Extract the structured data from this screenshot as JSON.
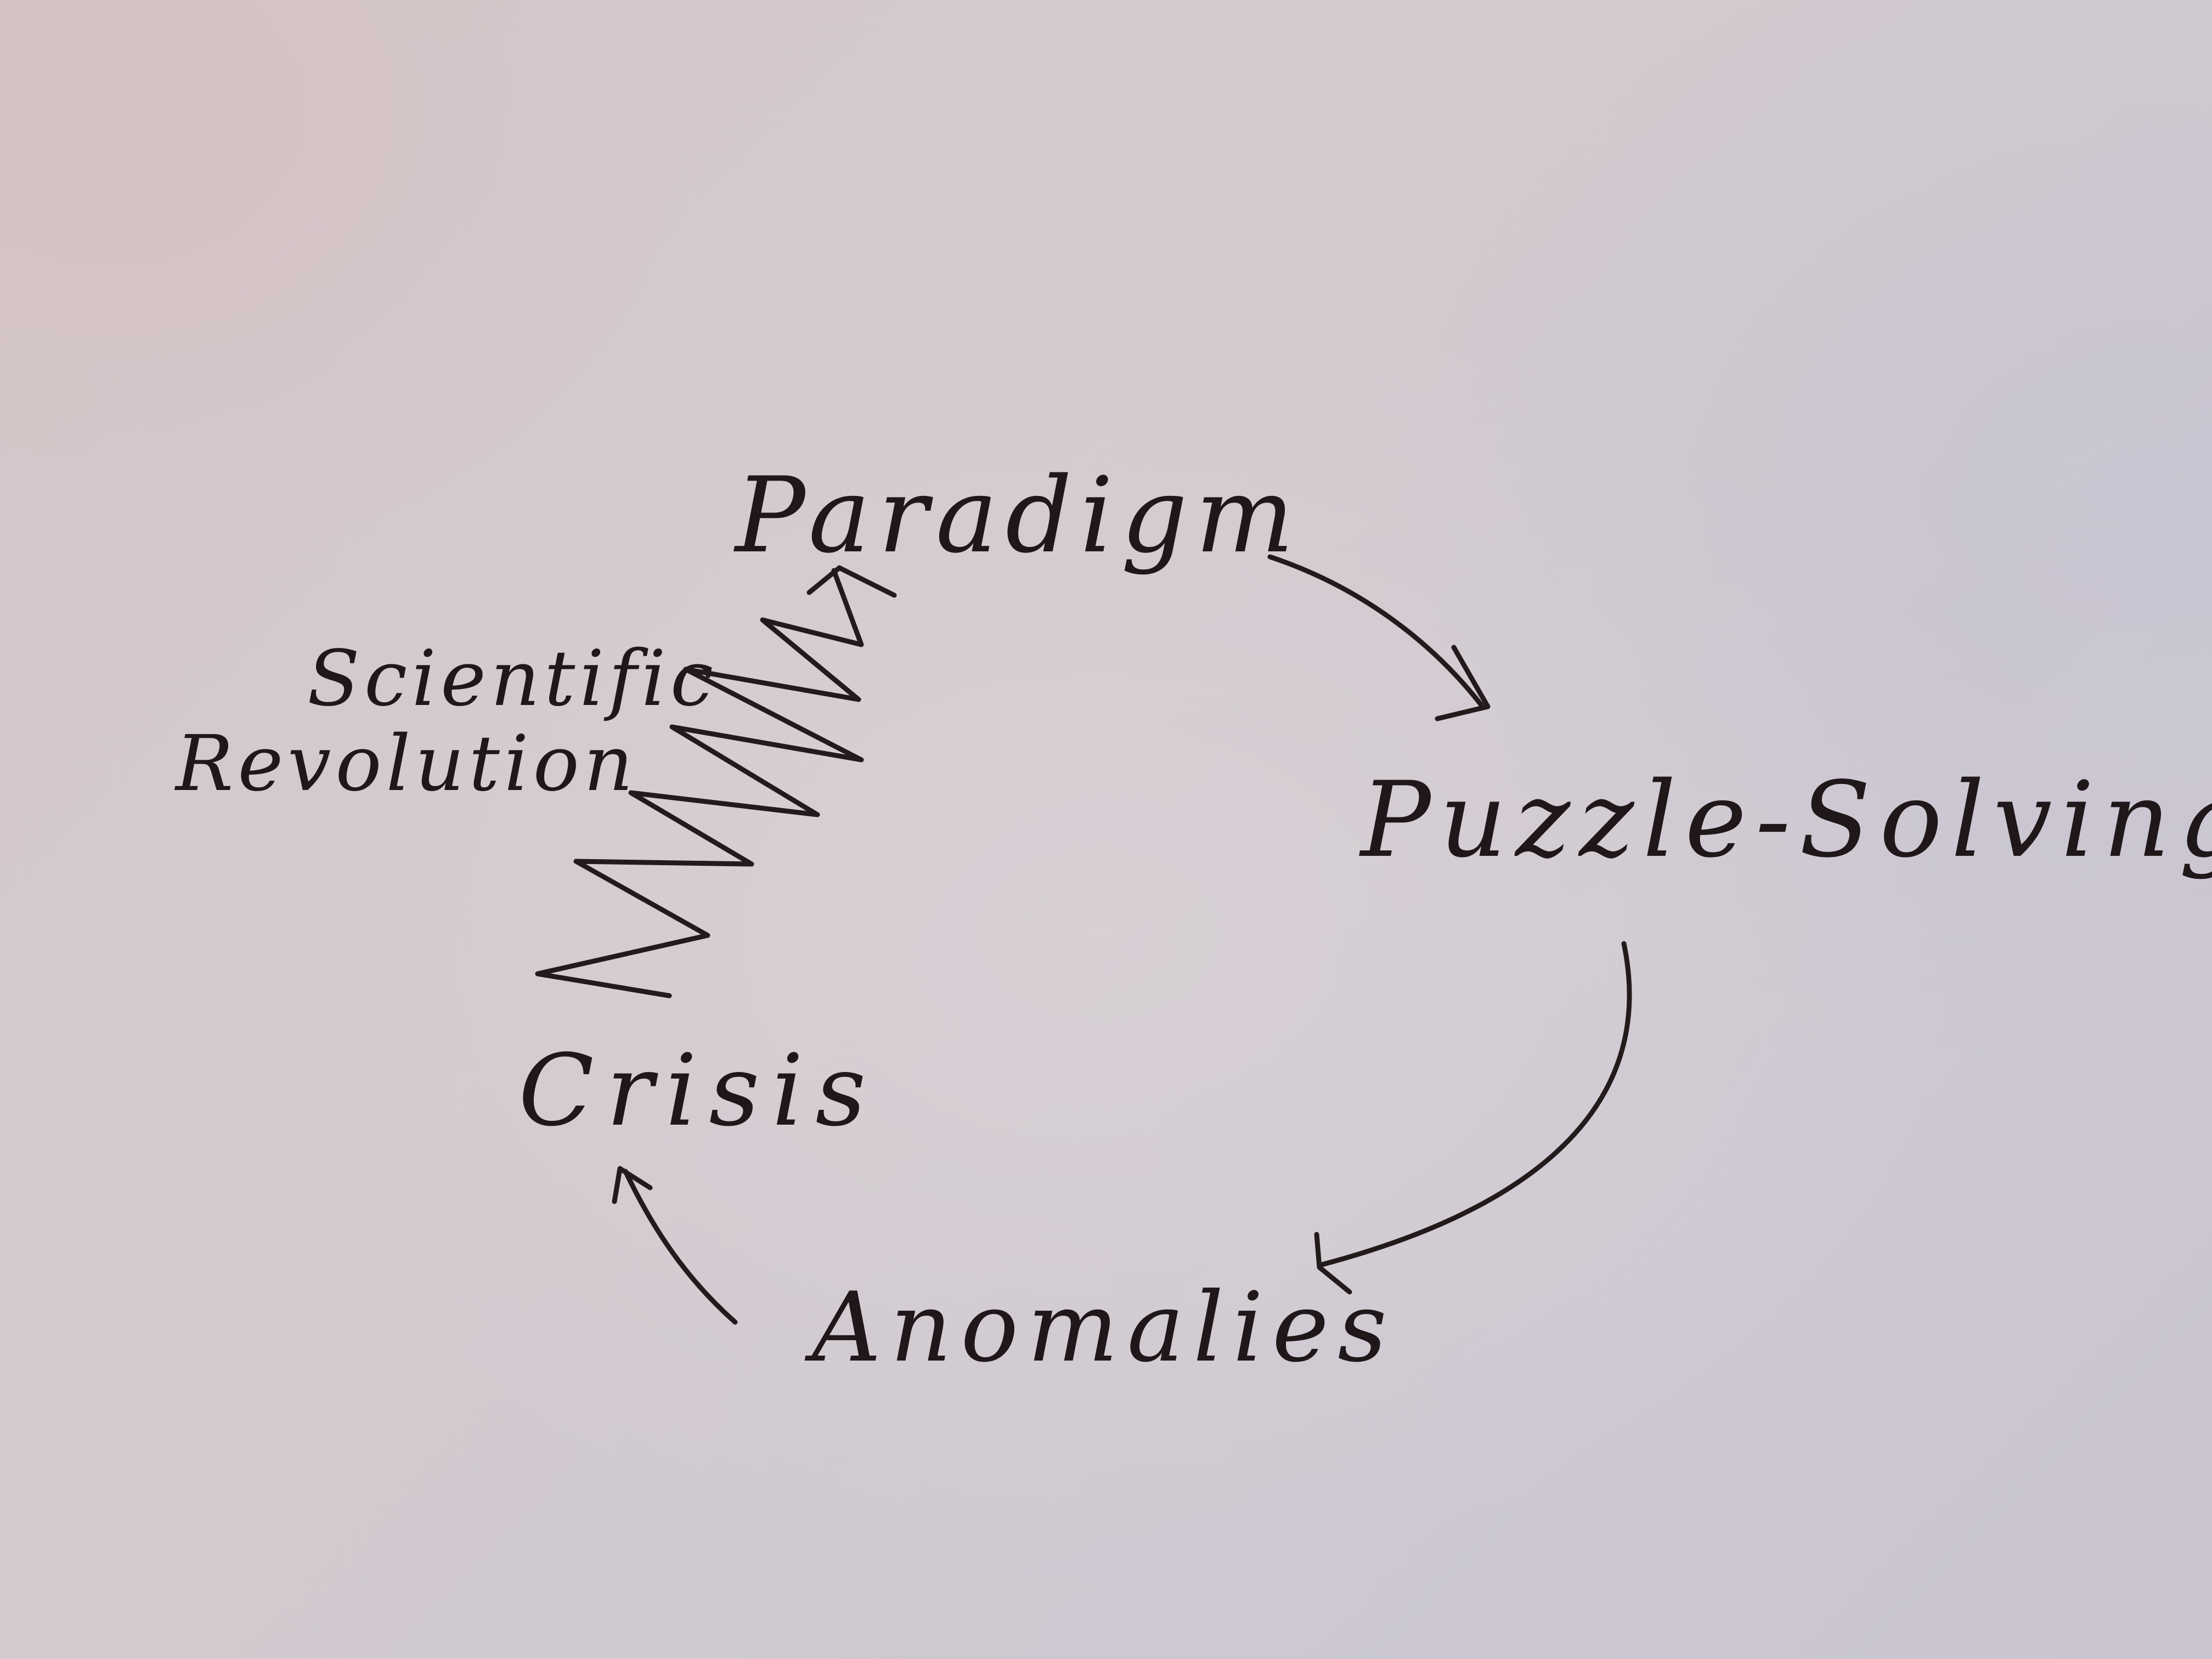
{
  "nodes": {
    "paradigm": "Paradigm",
    "puzzle_solving": "Puzzle-Solving",
    "anomalies": "Anomalies",
    "crisis": "Crisis",
    "scientific_revolution_line1": "Scientific",
    "scientific_revolution_line2": "Revolution"
  },
  "style": {
    "ink_color": "#231a1c",
    "paper_color": "#d3cace"
  }
}
